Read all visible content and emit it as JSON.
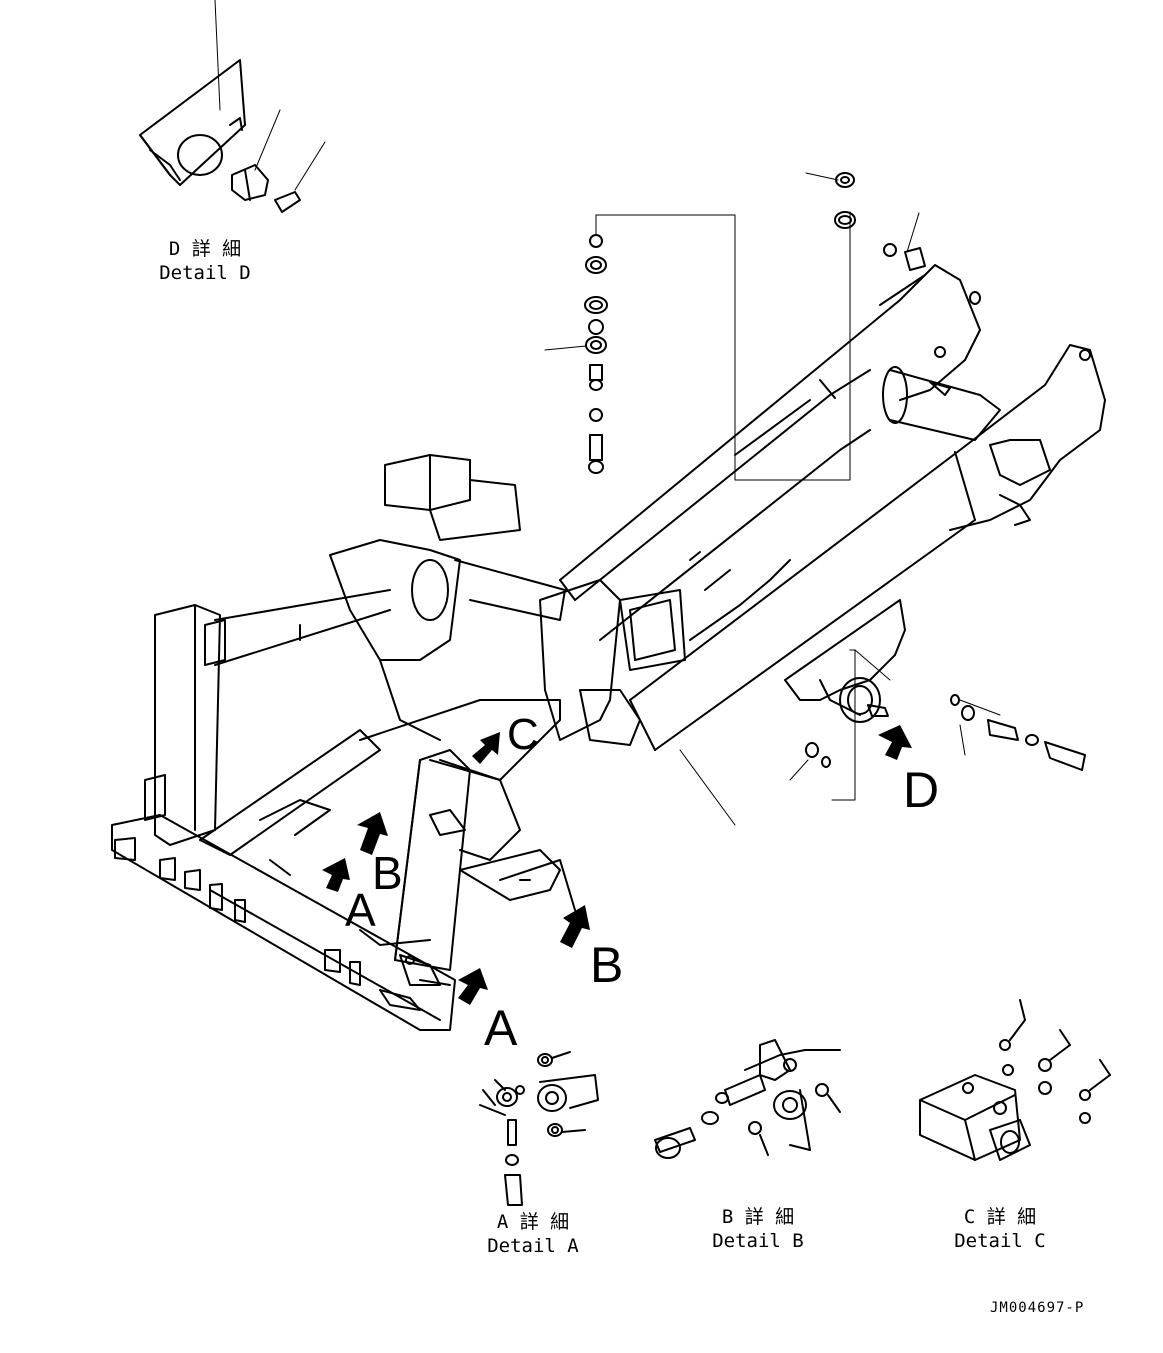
{
  "detail_labels": {
    "a": {
      "jp": "A 詳 細",
      "en": "Detail A"
    },
    "b": {
      "jp": "B 詳 細",
      "en": "Detail B"
    },
    "c": {
      "jp": "C 詳 細",
      "en": "Detail C"
    },
    "d": {
      "jp": "D 詳 細",
      "en": "Detail D"
    }
  },
  "callout_letters": {
    "a_front": "A",
    "a_inner": "A",
    "b_front": "B",
    "b_inner": "B",
    "c_inner": "C",
    "d_right": "D"
  },
  "drawing_code": "JM004697-P",
  "colors": {
    "ink": "#000000",
    "paper": "#ffffff"
  }
}
